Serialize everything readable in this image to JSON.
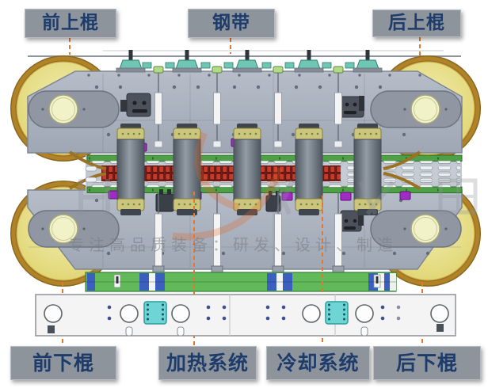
{
  "diagram": {
    "labels": {
      "front_upper_roller": "前上棍",
      "steel_belt": "钢带",
      "rear_upper_roller": "后上棍",
      "front_lower_roller": "前下棍",
      "heating_system": "加热系统",
      "cooling_system": "冷却系统",
      "rear_lower_roller": "后下棍"
    },
    "watermark": {
      "tagline": "专注高品质装备：研发、设计、制造"
    },
    "colors": {
      "label_background": "#8e949c",
      "label_text": "#1d3c6b",
      "leader_line": "#e8762b",
      "heater_red": "#c43a2b",
      "strip_green": "#62b95a",
      "belt_brown": "#9a7226",
      "roller_face_yellow": "#e7e08a",
      "accent_cyan": "#6ed4d4",
      "accent_blue": "#3b5fc0",
      "accent_purple": "#a12cc4",
      "body_gray": "#aab1bd"
    }
  }
}
